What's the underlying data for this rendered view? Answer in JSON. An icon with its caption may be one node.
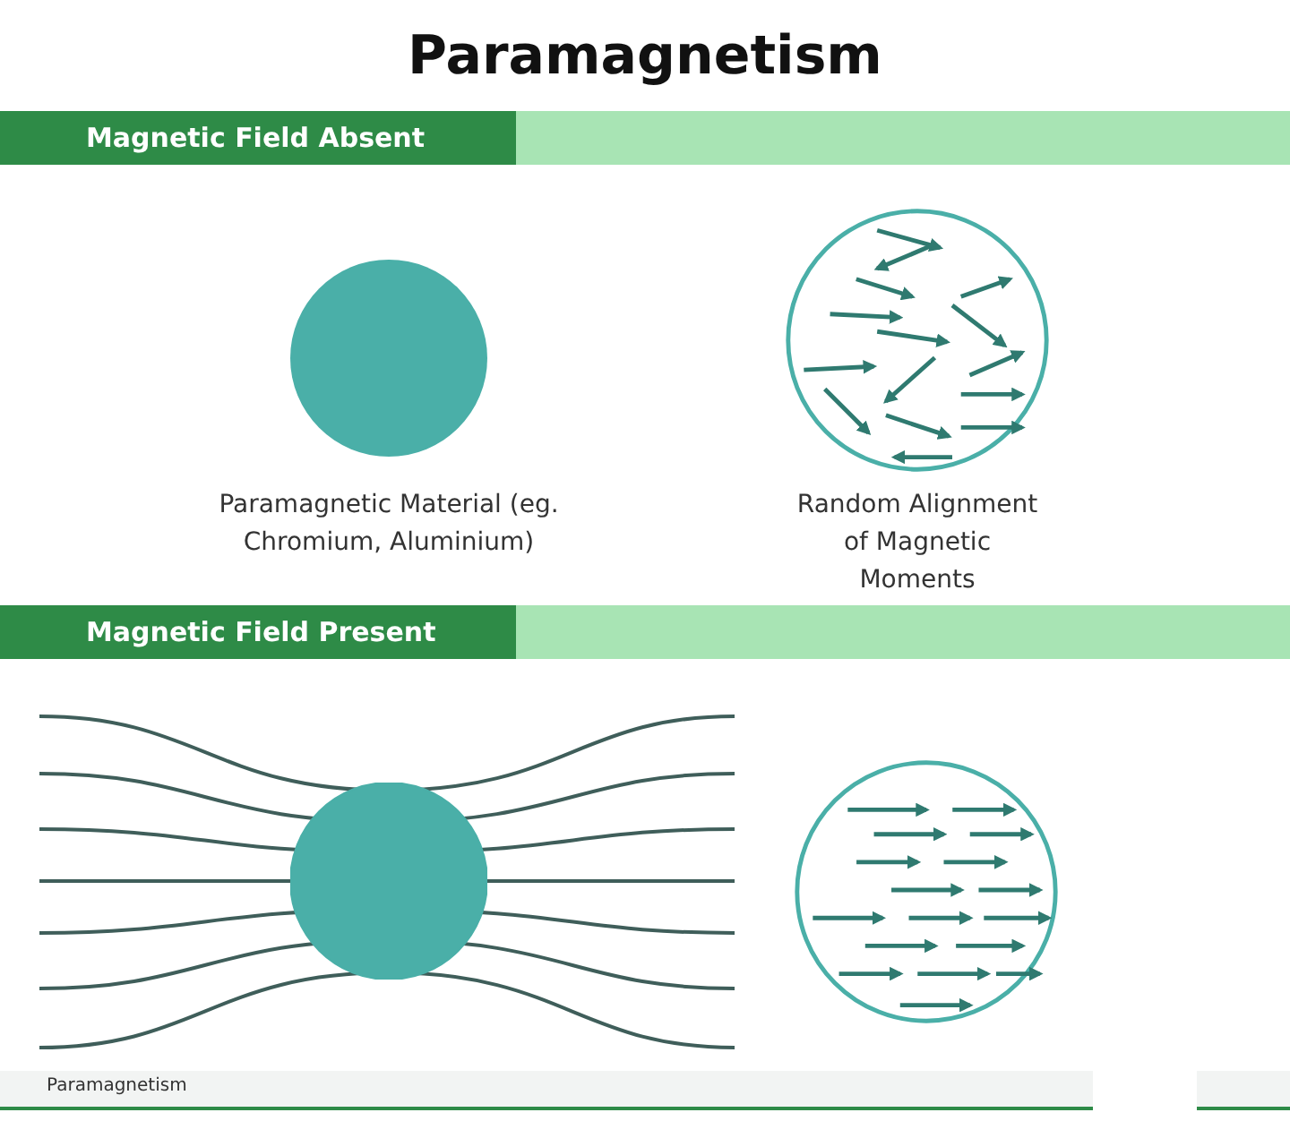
{
  "diagram": {
    "title": "Paramagnetism",
    "nodes": [
      {
        "text": [
          "Magnetic Field Absent"
        ]
      },
      {
        "text": [],
        "shape": "circle",
        "beside": [
          "Paramagnetic Material (eg. Chromium, Aluminium)"
        ]
      },
      {
        "text": [],
        "shape": "circle",
        "beside": [
          "Random Alignment of Magnetic Moments"
        ]
      },
      {
        "text": [
          "Magnetic Field Present"
        ]
      },
      {
        "text": [],
        "shape": "circle"
      },
      {
        "text": [],
        "shape": "circle"
      }
    ],
    "edges": [],
    "labels": [
      "Paramagnetism"
    ]
  }
}
